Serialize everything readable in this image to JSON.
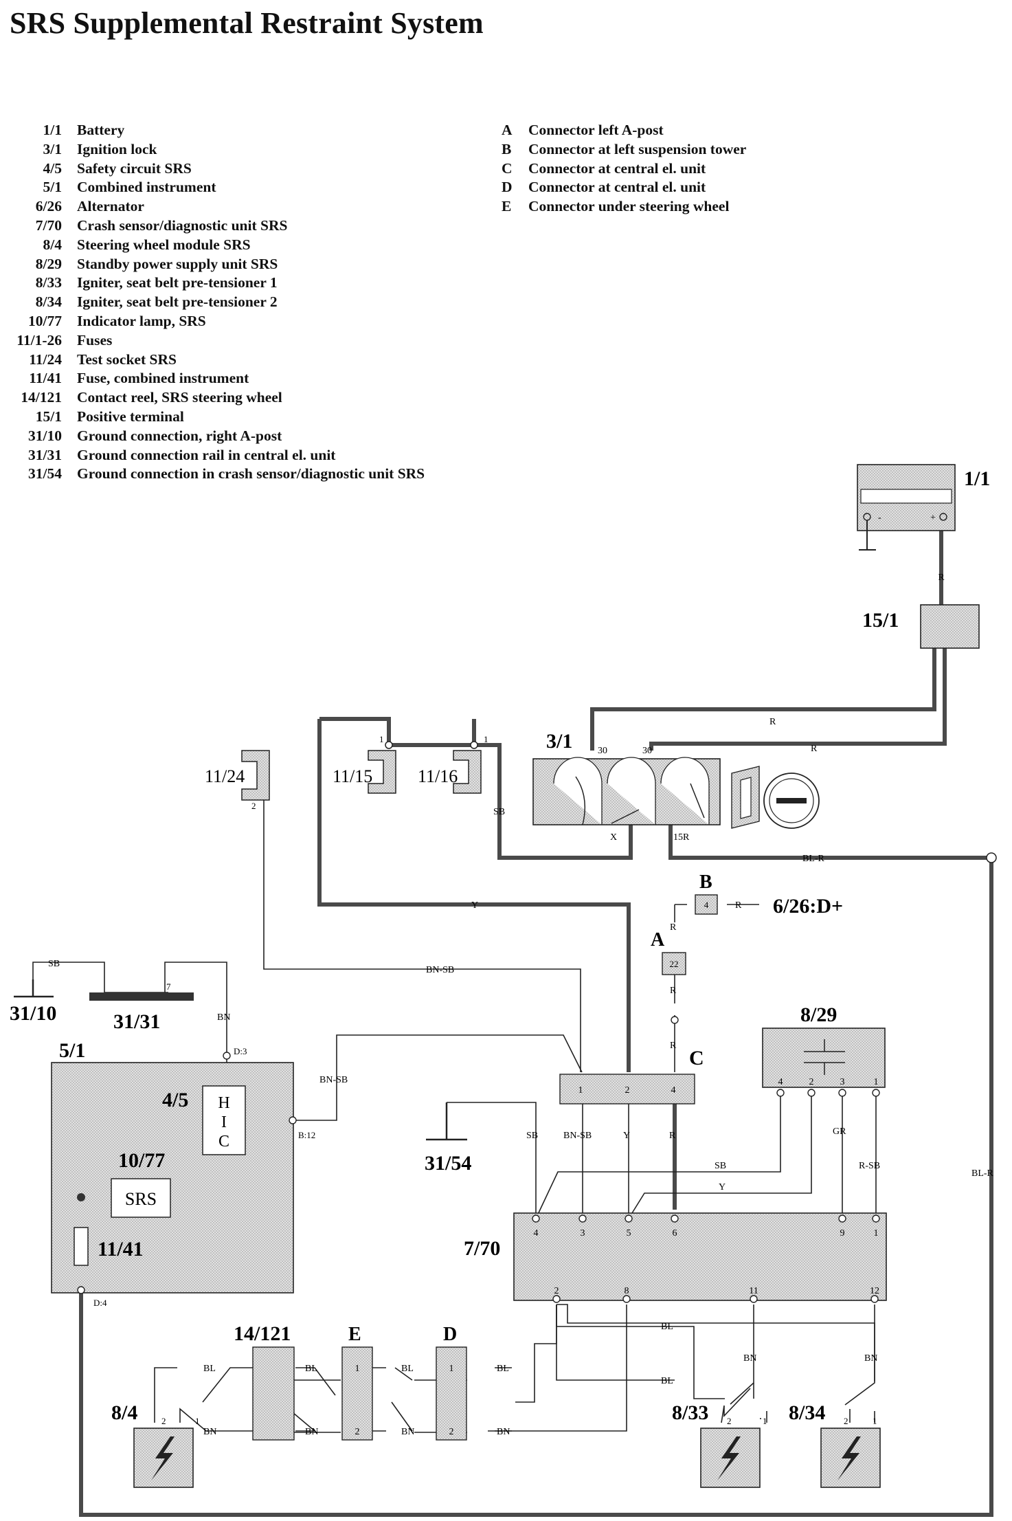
{
  "title": "SRS Supplemental Restraint System",
  "legend_components": [
    {
      "code": "1/1",
      "label": "Battery"
    },
    {
      "code": "3/1",
      "label": "Ignition lock"
    },
    {
      "code": "4/5",
      "label": "Safety circuit SRS"
    },
    {
      "code": "5/1",
      "label": "Combined instrument"
    },
    {
      "code": "6/26",
      "label": "Alternator"
    },
    {
      "code": "7/70",
      "label": "Crash sensor/diagnostic unit SRS"
    },
    {
      "code": "8/4",
      "label": "Steering wheel module SRS"
    },
    {
      "code": "8/29",
      "label": "Standby power supply unit SRS"
    },
    {
      "code": "8/33",
      "label": "Igniter, seat belt pre-tensioner 1"
    },
    {
      "code": "8/34",
      "label": "Igniter, seat belt pre-tensioner 2"
    },
    {
      "code": "10/77",
      "label": "Indicator lamp, SRS"
    },
    {
      "code": "11/1-26",
      "label": "Fuses"
    },
    {
      "code": "11/24",
      "label": "Test socket SRS"
    },
    {
      "code": "11/41",
      "label": "Fuse, combined instrument"
    },
    {
      "code": "14/121",
      "label": "Contact reel, SRS steering wheel"
    },
    {
      "code": "15/1",
      "label": "Positive terminal"
    },
    {
      "code": "31/10",
      "label": "Ground connection, right A-post"
    },
    {
      "code": "31/31",
      "label": "Ground connection rail in central el. unit"
    },
    {
      "code": "31/54",
      "label": "Ground connection in crash sensor/diagnostic unit SRS"
    }
  ],
  "legend_connectors": [
    {
      "code": "A",
      "label": "Connector left A-post"
    },
    {
      "code": "B",
      "label": "Connector at left suspension tower"
    },
    {
      "code": "C",
      "label": "Connector at central el. unit"
    },
    {
      "code": "D",
      "label": "Connector at central el. unit"
    },
    {
      "code": "E",
      "label": "Connector under steering wheel"
    }
  ],
  "diagram": {
    "components": {
      "battery": "1/1",
      "positive_terminal": "15/1",
      "ignition_lock": "3/1",
      "test_socket": "11/24",
      "fuse_a": "11/15",
      "fuse_b": "11/16",
      "alternator_ref": "6/26:D+",
      "conn_a": "A",
      "conn_b": "B",
      "conn_c": "C",
      "conn_d": "D",
      "conn_e": "E",
      "ground_a_post": "31/10",
      "ground_rail": "31/31",
      "combined_instrument": "5/1",
      "safety_circuit": "4/5",
      "indicator_lamp": "10/77",
      "lamp_text": "SRS",
      "fuse_instr": "11/41",
      "standby_unit": "8/29",
      "ground_crash": "31/54",
      "crash_unit": "7/70",
      "contact_reel": "14/121",
      "steering_module": "8/4",
      "igniter1": "8/33",
      "igniter2": "8/34",
      "hic_h": "H",
      "hic_i": "I",
      "hic_c": "C"
    },
    "wire_colors": {
      "R": "R",
      "BL_R": "BL-R",
      "SB": "SB",
      "Y": "Y",
      "BN_SB": "BN-SB",
      "BN": "BN",
      "GR": "GR",
      "R_SB": "R-SB",
      "BL": "BL"
    },
    "pins": {
      "ign30a": "30",
      "ign30b": "30",
      "ignX": "X",
      "ign15R": "15R",
      "fuse15pin": "1",
      "fuse16pin": "1",
      "socket_pin": "2",
      "rail_pin": "7",
      "d3": "D:3",
      "b12": "B:12",
      "d4": "D:4",
      "connB": "4",
      "connA": "22",
      "c1": "1",
      "c2": "2",
      "c4": "4",
      "s4": "4",
      "s2": "2",
      "s3": "3",
      "s1": "1",
      "u4": "4",
      "u3": "3",
      "u5": "5",
      "u6": "6",
      "u9": "9",
      "u1": "1",
      "u2": "2",
      "u8": "8",
      "u11": "11",
      "u12": "12",
      "e1": "1",
      "e2": "2",
      "d1": "1",
      "d2": "2",
      "m2": "2",
      "m1": "1",
      "i1_2": "2",
      "i1_1": "1",
      "i2_2": "2",
      "i2_1": "1",
      "batt_minus": "-",
      "batt_plus": "+"
    }
  }
}
